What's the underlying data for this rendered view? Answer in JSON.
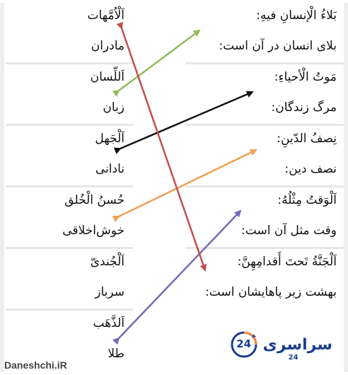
{
  "right_column": [
    {
      "arabic": "بَلاءُ الْإنسانِ فيهِ:",
      "persian": "بلای انسان در آن است:"
    },
    {
      "arabic": "مَوتُ الْأحياءِ:",
      "persian": "مرگ زندگان:"
    },
    {
      "arabic": "نِصفُ الدّينِ:",
      "persian": "نصف دین:"
    },
    {
      "arabic": "اَلْوَقتُ مِثْلُهُ:",
      "persian": "وقت مثل آن است:"
    },
    {
      "arabic": "اَلْجَنَّةُ تَحتَ أَقدامِهِنَّ:",
      "persian": "بهشت زیر پاهایشان است:"
    }
  ],
  "left_column": [
    {
      "arabic": "اَلْاُمَّهات",
      "persian": "مادران"
    },
    {
      "arabic": "اَللِّسان",
      "persian": "زبان"
    },
    {
      "arabic": "اَلْجَهل",
      "persian": "نادانی"
    },
    {
      "arabic": "حُسنُ الْخُلق",
      "persian": "خوش‌اخلاقی"
    },
    {
      "arabic": "اَلْجُندیّ",
      "persian": "سرباز"
    },
    {
      "arabic": "اَلذَّهَب",
      "persian": "طلا"
    }
  ],
  "brand": {
    "name": "سراسری",
    "number": "24",
    "badge_number": "24"
  },
  "watermark": "Daneshchi.iR",
  "colors": {
    "arrow1": "#8fbc5a",
    "arrow2": "#111111",
    "arrow3": "#f0a050",
    "arrow4": "#7b68b8",
    "arrow5": "#c0504d",
    "brand": "#1b3f8f"
  }
}
